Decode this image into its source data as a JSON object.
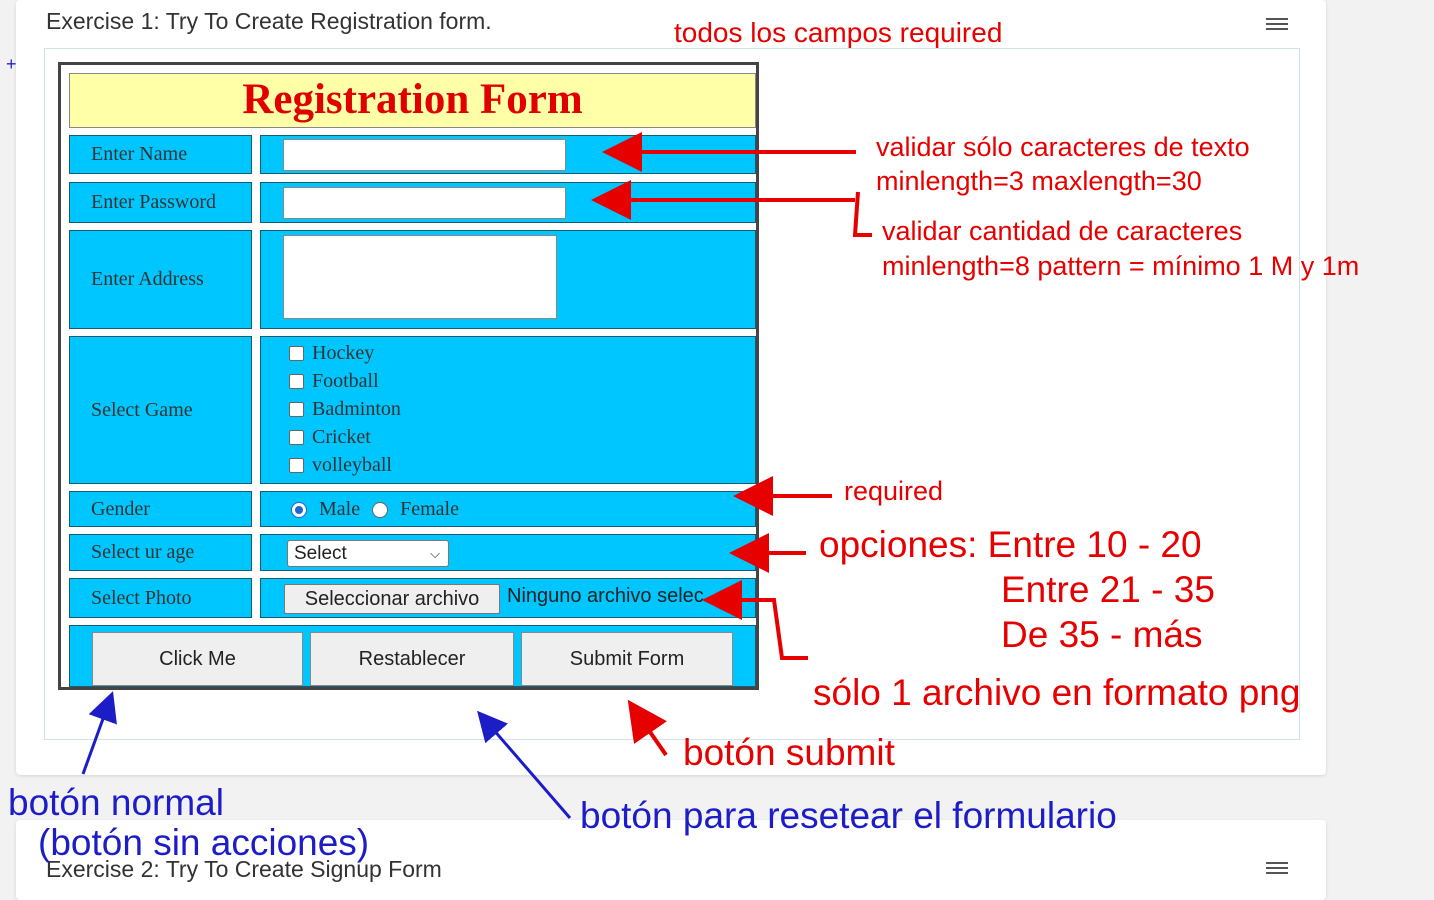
{
  "exercise1": {
    "title": "Exercise 1: Try To Create Registration form."
  },
  "exercise2": {
    "title": "Exercise 2: Try To Create Signup Form"
  },
  "form": {
    "heading": "Registration Form",
    "labels": {
      "name": "Enter Name",
      "password": "Enter Password",
      "address": "Enter Address",
      "game": "Select Game",
      "gender": "Gender",
      "age": "Select ur age",
      "photo": "Select Photo"
    },
    "name_value": "",
    "password_value": "",
    "address_value": "",
    "games": [
      "Hockey",
      "Football",
      "Badminton",
      "Cricket",
      "volleyball"
    ],
    "gender_options": [
      "Male",
      "Female"
    ],
    "gender_selected": "Male",
    "age_select": {
      "selected": "Select"
    },
    "file": {
      "button": "Seleccionar archivo",
      "status": "Ninguno archivo selec"
    },
    "buttons": {
      "click": "Click Me",
      "reset": "Restablecer",
      "submit": "Submit Form"
    }
  },
  "annotations": {
    "all_required": "todos los campos required",
    "name_rule_1": "validar sólo caracteres de texto",
    "name_rule_2": "minlength=3   maxlength=30",
    "password_rule_1": "validar cantidad de caracteres",
    "password_rule_2": "minlength=8  pattern = mínimo 1 M y 1m",
    "gender_rule": "required",
    "age_options_1": "opciones: Entre 10 - 20",
    "age_options_2": "Entre 21 - 35",
    "age_options_3": "De 35 - más",
    "photo_rule": "sólo 1 archivo en formato png",
    "submit_note": "botón submit",
    "normal_button_1": "botón normal",
    "normal_button_2": "(botón sin acciones)",
    "reset_note": "botón para resetear el formulario"
  },
  "colors": {
    "cell": "#00c6ff",
    "header_bg": "#ffffa8",
    "heading": "#e00000",
    "annotation_red": "#e60000",
    "annotation_blue": "#1d1dc8"
  }
}
